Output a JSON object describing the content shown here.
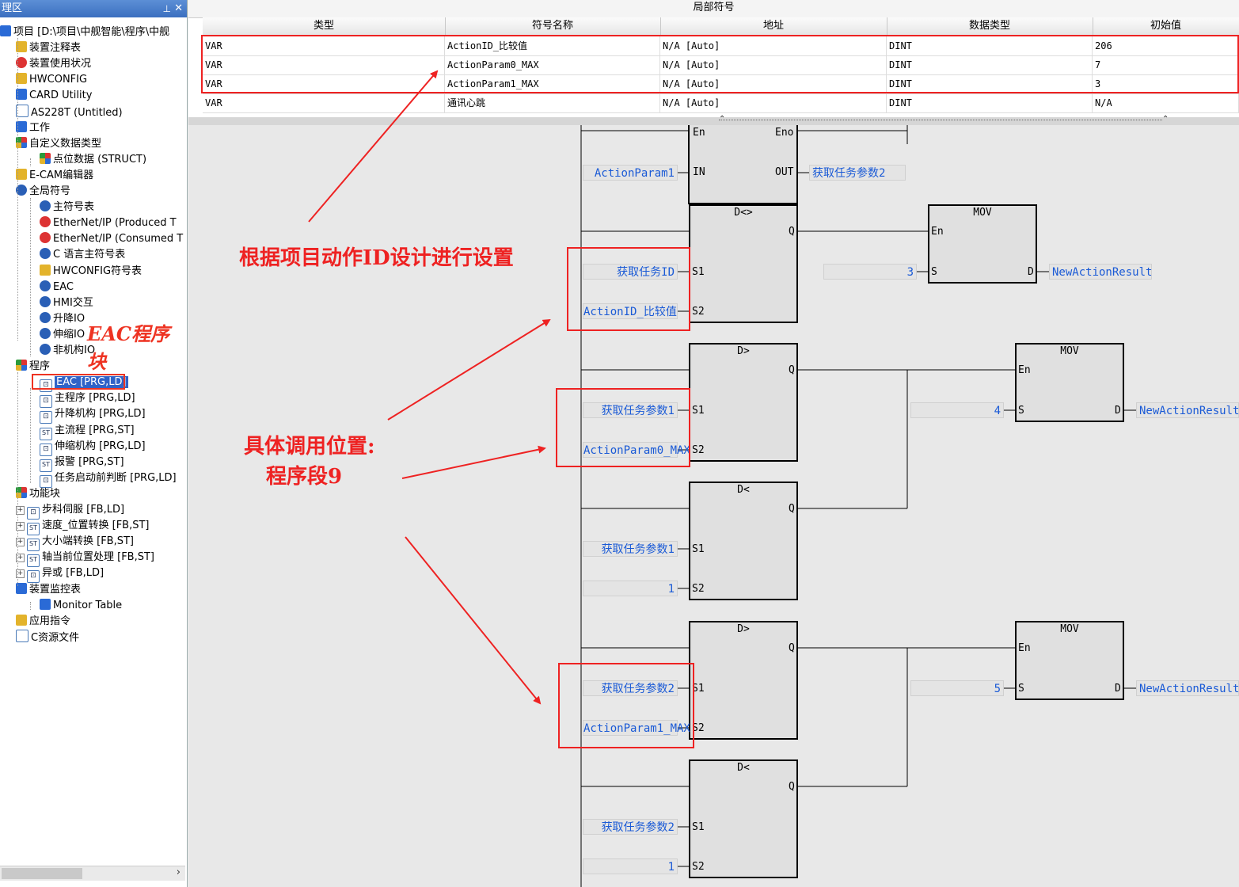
{
  "project_panel": {
    "title": "理区",
    "pin_icon": "pin-icon",
    "close_icon": "close-icon",
    "items": [
      {
        "label": "项目 [D:\\项目\\中舰智能\\程序\\中舰",
        "icon": "project-icon"
      },
      {
        "label": "装置注释表",
        "icon": "comment-icon"
      },
      {
        "label": "装置使用状况",
        "icon": "usage-icon"
      },
      {
        "label": "HWCONFIG",
        "icon": "hwconfig-icon"
      },
      {
        "label": "CARD Utility",
        "icon": "card-icon"
      },
      {
        "label": "AS228T  (Untitled)",
        "icon": "plc-icon"
      },
      {
        "label": "工作",
        "icon": "task-icon"
      },
      {
        "label": "自定义数据类型",
        "icon": "datatype-icon"
      },
      {
        "label": "点位数据 (STRUCT)",
        "icon": "struct-icon"
      },
      {
        "label": "E-CAM编辑器",
        "icon": "ecam-icon"
      },
      {
        "label": "全局符号",
        "icon": "global-symbol-icon"
      },
      {
        "label": "主符号表",
        "icon": "symbol-table-icon"
      },
      {
        "label": "EtherNet/IP (Produced T",
        "icon": "ethernet-icon"
      },
      {
        "label": "EtherNet/IP (Consumed T",
        "icon": "ethernet-icon"
      },
      {
        "label": "C 语言主符号表",
        "icon": "symbol-table-icon"
      },
      {
        "label": "HWCONFIG符号表",
        "icon": "hwconfig-symbol-icon"
      },
      {
        "label": "EAC",
        "icon": "symbol-table-icon"
      },
      {
        "label": "HMI交互",
        "icon": "symbol-table-icon"
      },
      {
        "label": "升降IO",
        "icon": "symbol-table-icon"
      },
      {
        "label": "伸缩IO",
        "icon": "symbol-table-icon"
      },
      {
        "label": "非机构IO",
        "icon": "symbol-table-icon"
      },
      {
        "label": "程序",
        "icon": "program-folder-icon"
      },
      {
        "label": "EAC [PRG,LD]",
        "icon": "ld-program-icon"
      },
      {
        "label": "主程序 [PRG,LD]",
        "icon": "ld-program-icon"
      },
      {
        "label": "升降机构 [PRG,LD]",
        "icon": "ld-program-icon"
      },
      {
        "label": "主流程 [PRG,ST]",
        "icon": "st-program-icon"
      },
      {
        "label": "伸缩机构 [PRG,LD]",
        "icon": "ld-program-icon"
      },
      {
        "label": "报警 [PRG,ST]",
        "icon": "st-program-icon"
      },
      {
        "label": "任务启动前判断 [PRG,LD]",
        "icon": "ld-program-icon"
      },
      {
        "label": "功能块",
        "icon": "function-block-folder-icon"
      },
      {
        "label": "步科伺服 [FB,LD]",
        "icon": "ld-program-icon"
      },
      {
        "label": "速度_位置转换 [FB,ST]",
        "icon": "st-program-icon"
      },
      {
        "label": "大小端转换 [FB,ST]",
        "icon": "st-program-icon"
      },
      {
        "label": "轴当前位置处理 [FB,ST]",
        "icon": "st-program-icon"
      },
      {
        "label": "异或 [FB,LD]",
        "icon": "ld-program-icon"
      },
      {
        "label": "装置监控表",
        "icon": "monitor-icon"
      },
      {
        "label": "Monitor Table",
        "icon": "monitor-table-icon"
      },
      {
        "label": "应用指令",
        "icon": "instruction-icon"
      },
      {
        "label": "C资源文件",
        "icon": "c-resource-icon"
      }
    ],
    "annotation": "EAC程序块",
    "scroll_right": "›"
  },
  "symbol_table": {
    "caption": "局部符号",
    "columns": [
      "类型",
      "符号名称",
      "地址",
      "数据类型",
      "初始值"
    ],
    "rows": [
      [
        "VAR",
        "ActionID_比较值",
        "N/A [Auto]",
        "DINT",
        "206"
      ],
      [
        "VAR",
        "ActionParam0_MAX",
        "N/A [Auto]",
        "DINT",
        "7"
      ],
      [
        "VAR",
        "ActionParam1_MAX",
        "N/A [Auto]",
        "DINT",
        "3"
      ],
      [
        "VAR",
        "通讯心跳",
        "N/A [Auto]",
        "DINT",
        "N/A"
      ]
    ]
  },
  "ladder": {
    "top_block": {
      "en": "En",
      "eno": "Eno",
      "in": "IN",
      "out": "OUT",
      "in_var": "ActionParam1",
      "out_var": "获取任务参数2"
    },
    "compare_blocks": [
      {
        "title": "D<>",
        "q": "Q",
        "s1_pin": "S1",
        "s2_pin": "S2",
        "s1": "获取任务ID",
        "s2": "ActionID_比较值"
      },
      {
        "title": "D>",
        "q": "Q",
        "s1_pin": "S1",
        "s2_pin": "S2",
        "s1": "获取任务参数1",
        "s2": "ActionParam0_MAX"
      },
      {
        "title": "D<",
        "q": "Q",
        "s1_pin": "S1",
        "s2_pin": "S2",
        "s1": "获取任务参数1",
        "s2": "1"
      },
      {
        "title": "D>",
        "q": "Q",
        "s1_pin": "S1",
        "s2_pin": "S2",
        "s1": "获取任务参数2",
        "s2": "ActionParam1_MAX"
      },
      {
        "title": "D<",
        "q": "Q",
        "s1_pin": "S1",
        "s2_pin": "S2",
        "s1": "获取任务参数2",
        "s2": "1"
      }
    ],
    "mov_blocks": [
      {
        "title": "MOV",
        "en": "En",
        "s_pin": "S",
        "d_pin": "D",
        "s": "3",
        "d": "NewActionResult"
      },
      {
        "title": "MOV",
        "en": "En",
        "s_pin": "S",
        "d_pin": "D",
        "s": "4",
        "d": "NewActionResult"
      },
      {
        "title": "MOV",
        "en": "En",
        "s_pin": "S",
        "d_pin": "D",
        "s": "5",
        "d": "NewActionResult"
      }
    ]
  },
  "annotations": {
    "design_note": "根据项目动作ID设计进行设置",
    "call_location_line1": "具体调用位置:",
    "call_location_line2": "程序段9"
  },
  "colors": {
    "annotation_red": "#e22222",
    "variable_blue": "#1a5ad6",
    "title_blue": "#3b6fc0"
  }
}
